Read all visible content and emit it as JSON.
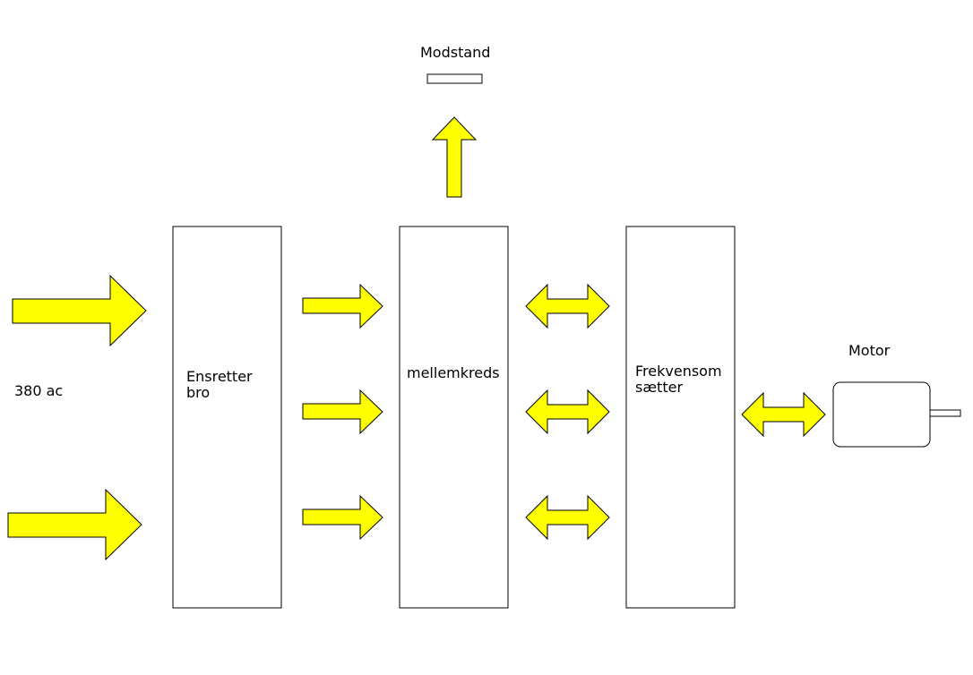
{
  "diagram": {
    "input_label": "380 ac",
    "blocks": {
      "rectifier_line1": "Ensretter",
      "rectifier_line2": "bro",
      "dc_link": "mellemkreds",
      "inverter_line1": "Frekvensom",
      "inverter_line2": "sætter"
    },
    "resistor_label": "Modstand",
    "motor_label": "Motor"
  },
  "colors": {
    "arrow_fill": "#ffff00",
    "stroke": "#000000",
    "background": "#ffffff"
  }
}
